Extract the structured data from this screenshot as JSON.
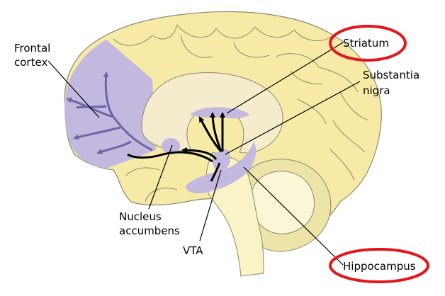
{
  "labels": {
    "frontal_cortex": [
      "Frontal",
      "cortex"
    ],
    "striatum": "Striatum",
    "substantia_nigra": [
      "Substantia",
      "nigra"
    ],
    "nucleus_accumbens": [
      "Nucleus",
      "accumbens"
    ],
    "vta": "VTA",
    "hippocampus": "Hippocampus"
  },
  "colors": {
    "brain_fill": "#f7eaa6",
    "brain_stroke": "#8a8a6e",
    "inner_fill": "#f4eccc",
    "brainstem_fill": "#faf3c7",
    "cerebellum_fill": "#ede4a8",
    "cerebellum_inner": "#fbf6d8",
    "pathway_fill": "#c3b9df",
    "pathway_stroke": "#6f64a8",
    "arrow": "#000000",
    "highlight_ellipse": "#e3161b"
  },
  "highlighted": [
    "Striatum",
    "Hippocampus"
  ],
  "icons": [
    "arrowhead-icon"
  ]
}
